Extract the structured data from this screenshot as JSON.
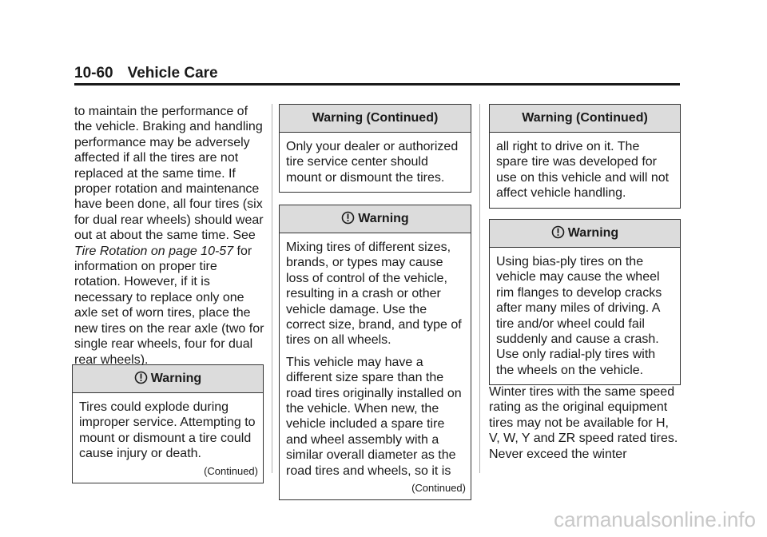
{
  "header": {
    "page_number": "10-60",
    "section": "Vehicle Care"
  },
  "col1": {
    "para_before_link": "to maintain the performance of the vehicle. Braking and handling performance may be adversely affected if all the tires are not replaced at the same time. If proper rotation and maintenance have been done, all four tires (six for dual rear wheels) should wear out at about the same time. See ",
    "link": "Tire Rotation on page 10-57",
    "para_after_link": " for information on proper tire rotation. However, if it is necessary to replace only one axle set of worn tires, place the new tires on the rear axle (two for single rear wheels, four for dual rear wheels).",
    "warning": {
      "title": "Warning",
      "text": "Tires could explode during improper service. Attempting to mount or dismount a tire could cause injury or death.",
      "continued": "(Continued)"
    }
  },
  "col2": {
    "warning_cont": {
      "title": "Warning  (Continued)",
      "text": "Only your dealer or authorized tire service center should mount or dismount the tires."
    },
    "warning": {
      "title": "Warning",
      "para1": "Mixing tires of different sizes, brands, or types may cause loss of control of the vehicle, resulting in a crash or other vehicle damage. Use the correct size, brand, and type of tires on all wheels.",
      "para2": "This vehicle may have a different size spare than the road tires originally installed on the vehicle. When new, the vehicle included a spare tire and wheel assembly with a similar overall diameter as the road tires and wheels, so it is",
      "continued": "(Continued)"
    }
  },
  "col3": {
    "warning_cont": {
      "title": "Warning  (Continued)",
      "text": "all right to drive on it. The spare tire was developed for use on this vehicle and will not affect vehicle handling."
    },
    "warning": {
      "title": "Warning",
      "text": "Using bias-ply tires on the vehicle may cause the wheel rim flanges to develop cracks after many miles of driving. A tire and/or wheel could fail suddenly and cause a crash. Use only radial-ply tires with the wheels on the vehicle."
    },
    "paragraph": "Winter tires with the same speed rating as the original equipment tires may not be available for H, V, W, Y and ZR speed rated tires. Never exceed the winter"
  },
  "footer": {
    "watermark": "carmanualsonline.info"
  }
}
